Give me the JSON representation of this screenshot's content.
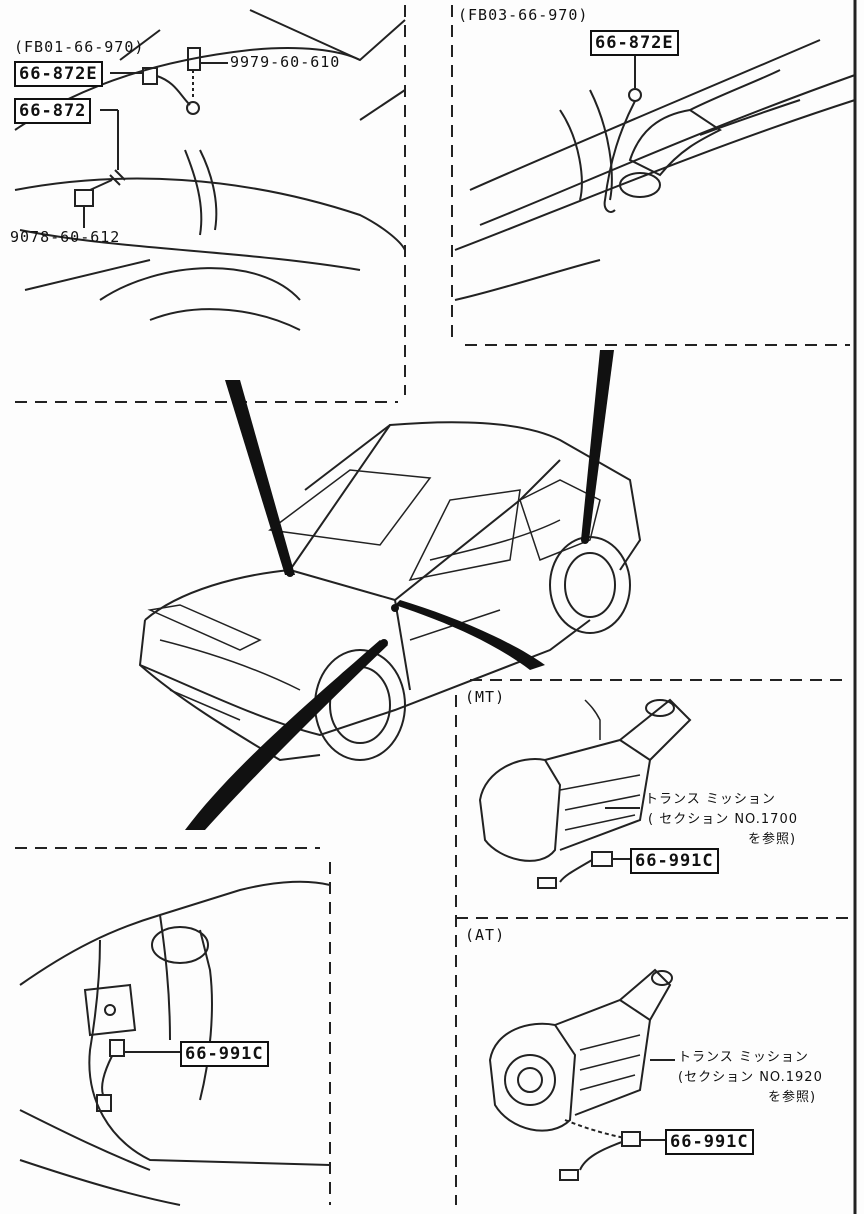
{
  "panels": {
    "top_left": {
      "group_code": "(FB01-66-970)",
      "parts": [
        "66-872E",
        "66-872"
      ],
      "fasteners": [
        "9979-60-610",
        "9078-60-612"
      ]
    },
    "top_right": {
      "group_code": "(FB03-66-970)",
      "parts": [
        "66-872E"
      ]
    },
    "mt": {
      "title": "(MT)",
      "note_line1": "トランス ミッション",
      "note_line2": "( セクション NO.1700",
      "note_line3": "を参照)",
      "part": "66-991C"
    },
    "at": {
      "title": "(AT)",
      "note_line1": "トランス ミッション",
      "note_line2": "(セクション NO.1920",
      "note_line3": "を参照)",
      "part": "66-991C"
    },
    "bottom_left": {
      "part": "66-991C"
    }
  }
}
